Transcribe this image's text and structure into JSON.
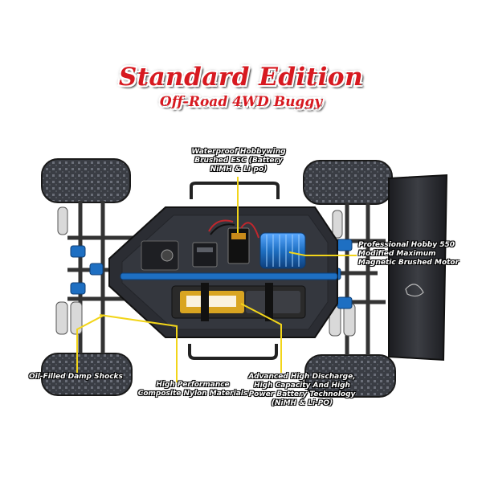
{
  "title": "Standard Edition",
  "subtitle": "Off-Road 4WD Buggy",
  "callouts": {
    "esc": "Waterproof Hobbywing\nBrushed ESC (Battery\nNiMH & Li-po)",
    "motor": "Professional Hobby 550\nModified Maximum\nMagnetic Brushed Motor",
    "shocks": "Oil-Filled Damp Shocks",
    "materials": "High Performance\nComposite Nylon Materials",
    "battery": "Advanced High Discharge,\nHigh Capacity And High\nPower Battery Technology\n(NiMH & Li-PO)"
  },
  "colors": {
    "title_red": "#d71920",
    "callout_line": "#f2d51a",
    "chassis": "#2b2d33",
    "aluminum_blue": "#1e6fc2"
  }
}
